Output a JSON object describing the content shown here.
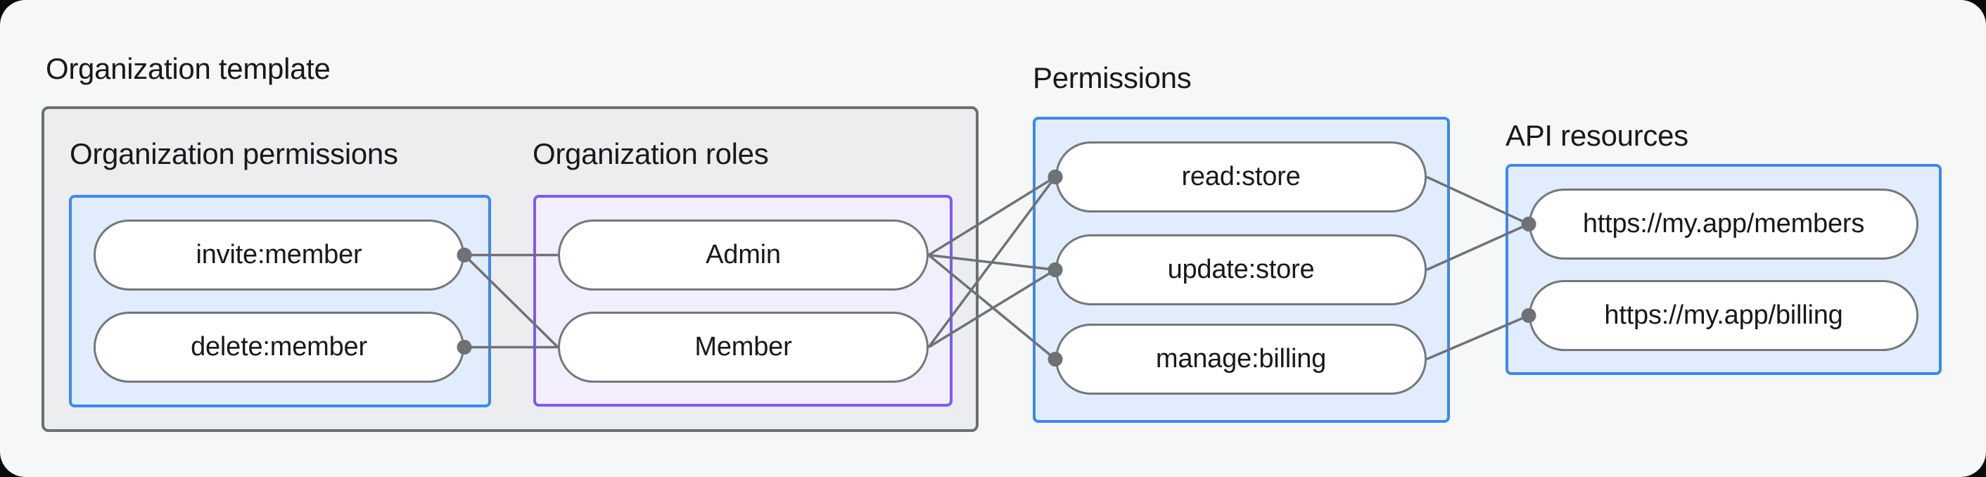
{
  "title": "Organization template",
  "sections": {
    "org_permissions": {
      "label": "Organization permissions",
      "nodes": [
        {
          "id": "invite",
          "label": "invite:member"
        },
        {
          "id": "delete",
          "label": "delete:member"
        }
      ]
    },
    "org_roles": {
      "label": "Organization roles",
      "nodes": [
        {
          "id": "admin",
          "label": "Admin"
        },
        {
          "id": "member",
          "label": "Member"
        }
      ]
    },
    "permissions": {
      "label": "Permissions",
      "nodes": [
        {
          "id": "read",
          "label": "read:store"
        },
        {
          "id": "update",
          "label": "update:store"
        },
        {
          "id": "manage",
          "label": "manage:billing"
        }
      ]
    },
    "api_resources": {
      "label": "API resources",
      "nodes": [
        {
          "id": "members_api",
          "label": "https://my.app/members"
        },
        {
          "id": "billing_api",
          "label": "https://my.app/billing"
        }
      ]
    }
  },
  "edges": [
    {
      "from": "invite",
      "to": "admin",
      "dot_at": "from"
    },
    {
      "from": "invite",
      "to": "member",
      "dot_at": "from"
    },
    {
      "from": "delete",
      "to": "member",
      "dot_at": "from"
    },
    {
      "from": "admin",
      "to": "read",
      "dot_at": "to"
    },
    {
      "from": "admin",
      "to": "update",
      "dot_at": "to"
    },
    {
      "from": "admin",
      "to": "manage",
      "dot_at": "to"
    },
    {
      "from": "member",
      "to": "read",
      "dot_at": "to"
    },
    {
      "from": "member",
      "to": "update",
      "dot_at": "to"
    },
    {
      "from": "read",
      "to": "members_api",
      "dot_at": "to"
    },
    {
      "from": "update",
      "to": "members_api",
      "dot_at": "to"
    },
    {
      "from": "manage",
      "to": "billing_api",
      "dot_at": "to"
    }
  ],
  "colors": {
    "background": "#f6f7f7",
    "container_fill": "#ecedee",
    "container_border": "#6b7076",
    "blue_fill": "#e1edfc",
    "blue_border": "#3d88ef",
    "purple_fill": "#f3eefe",
    "purple_border": "#7c5bf5",
    "node_fill": "#ffffff",
    "node_border": "#74777b",
    "connector": "#6e7276",
    "text": "#17191c"
  }
}
